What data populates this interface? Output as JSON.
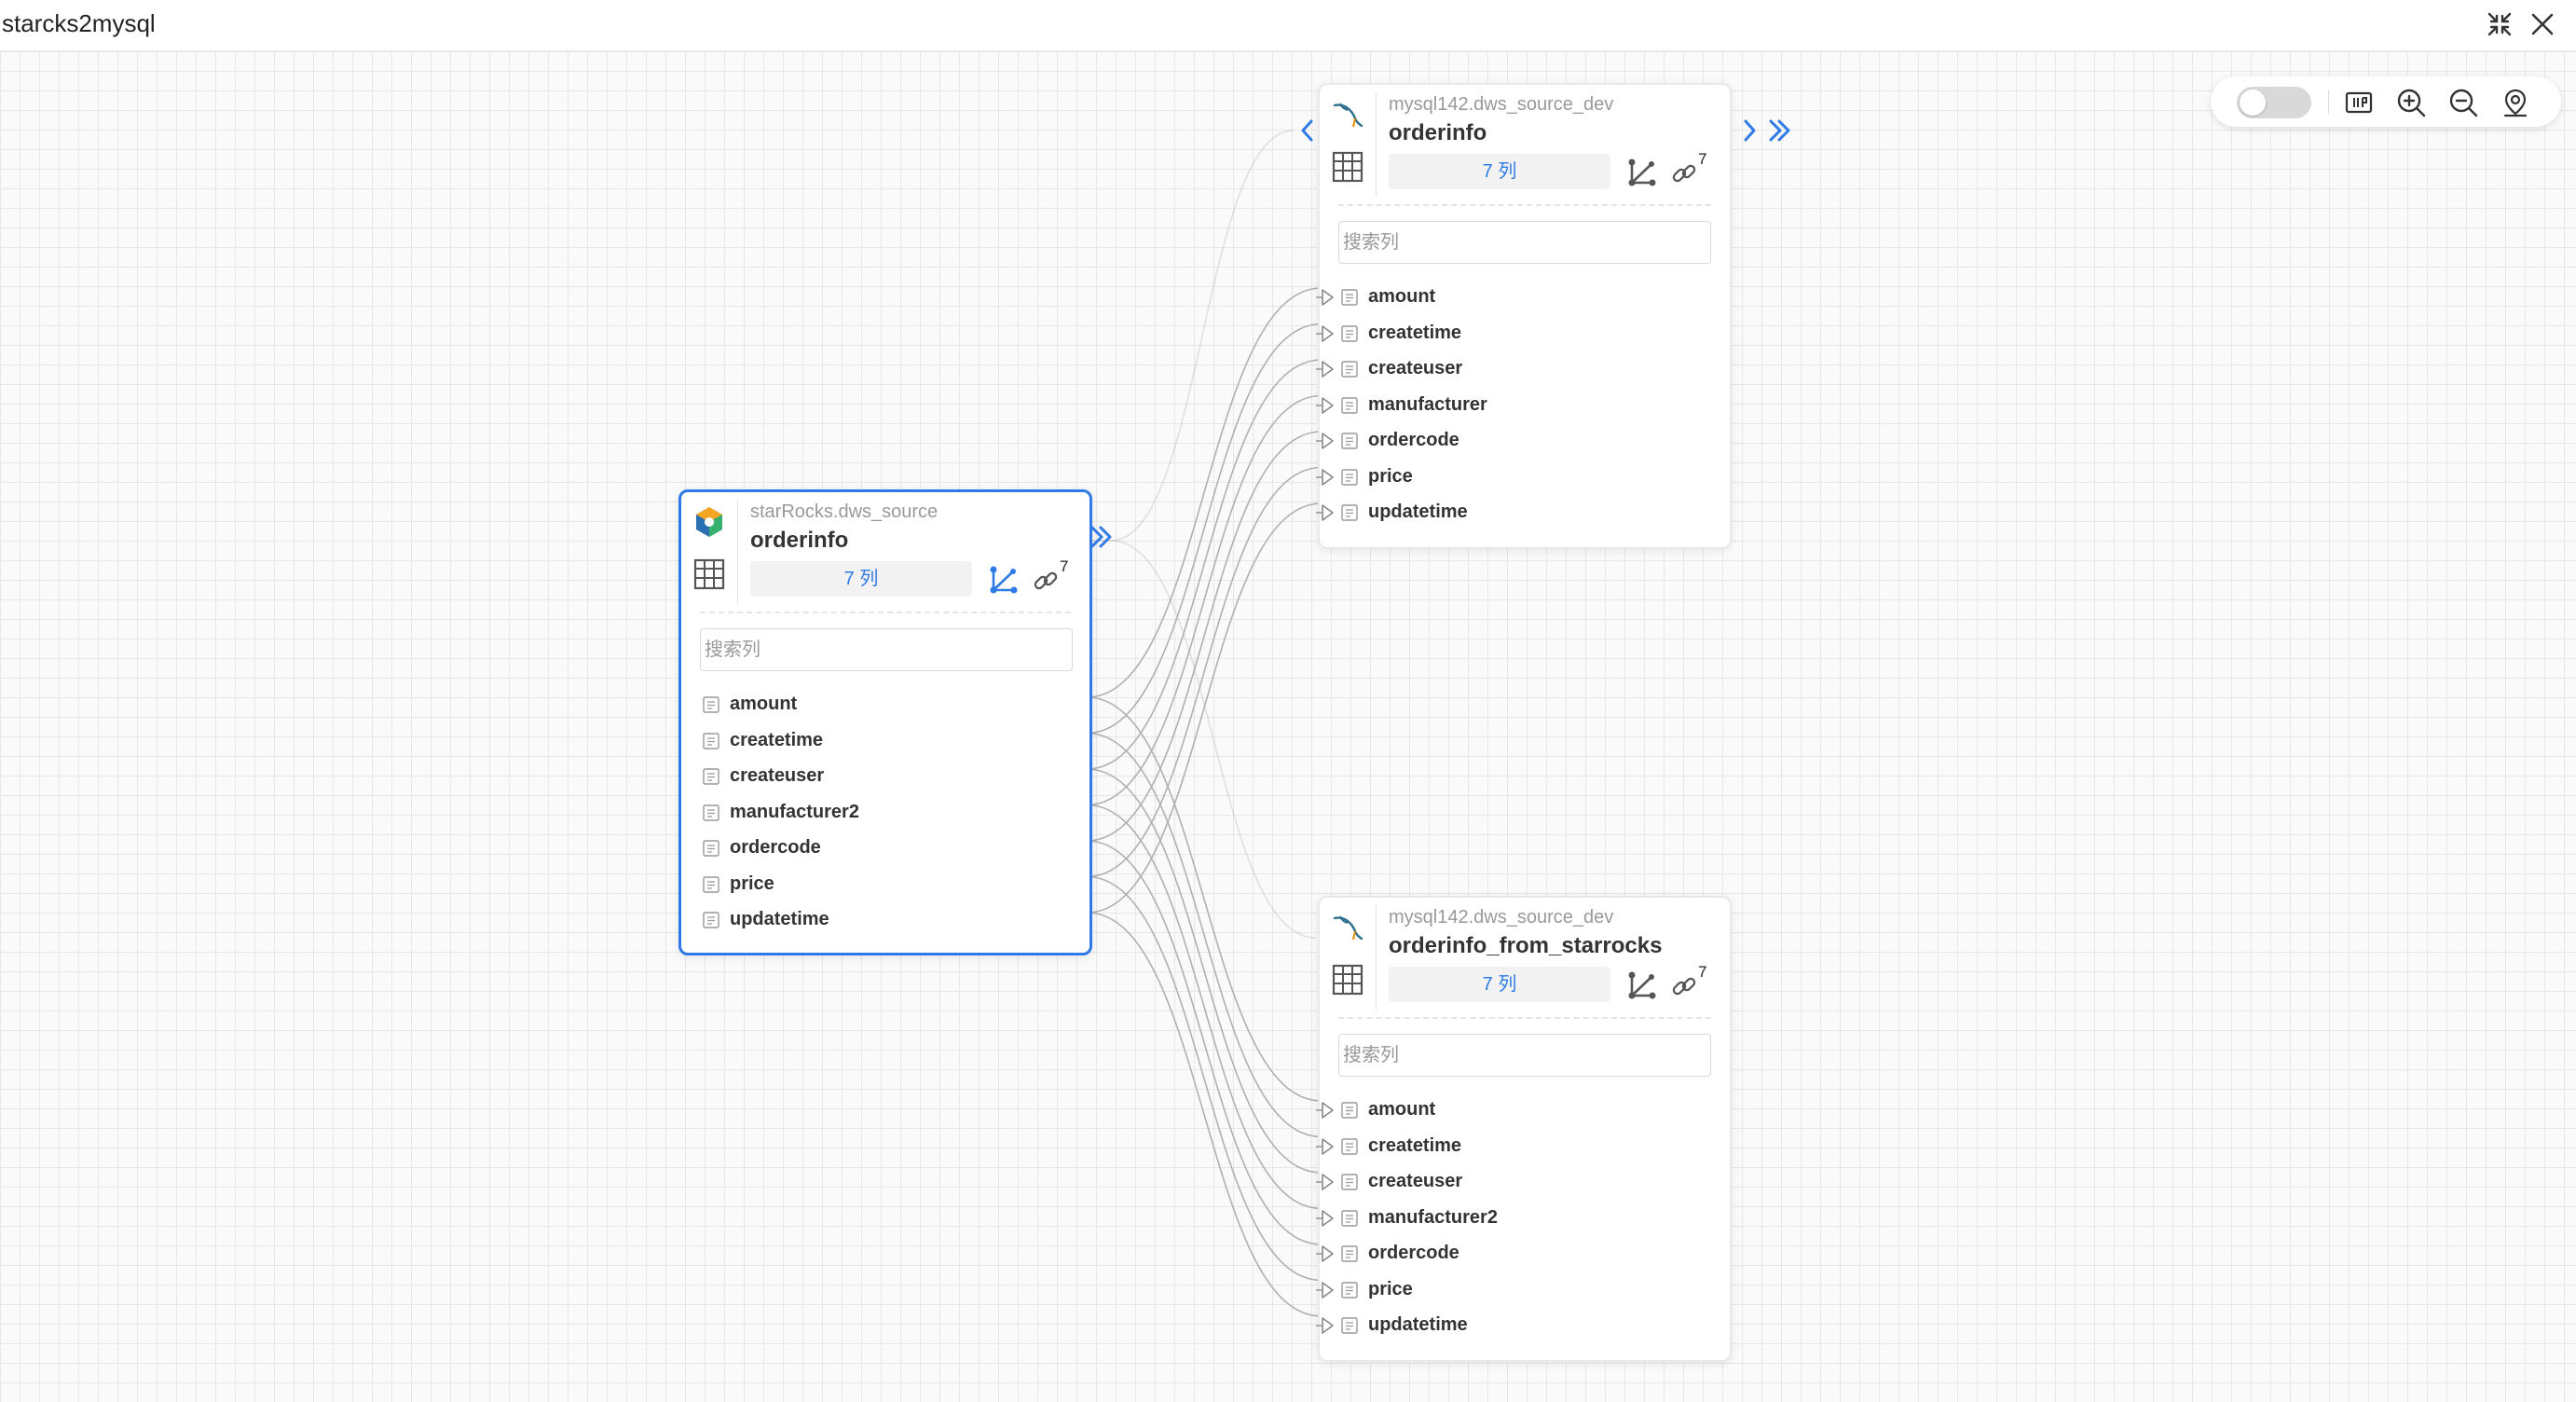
{
  "window": {
    "title": "starcks2mysql"
  },
  "search_placeholder": "搜索列",
  "colors": {
    "accent": "#2e7ae6",
    "edge": "#b0b0b0"
  },
  "nodes": [
    {
      "id": "source",
      "datasource": "starRocks.dws_source",
      "table": "orderinfo",
      "col_count_label": "7 列",
      "link_count": "7",
      "logo": "starrocks-logo",
      "columns": [
        "amount",
        "createtime",
        "createuser",
        "manufacturer2",
        "ordercode",
        "price",
        "updatetime"
      ]
    },
    {
      "id": "target1",
      "datasource": "mysql142.dws_source_dev",
      "table": "orderinfo",
      "col_count_label": "7 列",
      "link_count": "7",
      "logo": "mysql-logo",
      "columns": [
        "amount",
        "createtime",
        "createuser",
        "manufacturer",
        "ordercode",
        "price",
        "updatetime"
      ]
    },
    {
      "id": "target2",
      "datasource": "mysql142.dws_source_dev",
      "table": "orderinfo_from_starrocks",
      "col_count_label": "7 列",
      "link_count": "7",
      "logo": "mysql-logo",
      "columns": [
        "amount",
        "createtime",
        "createuser",
        "manufacturer2",
        "ordercode",
        "price",
        "updatetime"
      ]
    }
  ],
  "toolbar": {
    "toggle_on": false,
    "buttons": [
      "minimap-icon",
      "zoom-in-icon",
      "zoom-out-icon",
      "locate-icon"
    ]
  }
}
